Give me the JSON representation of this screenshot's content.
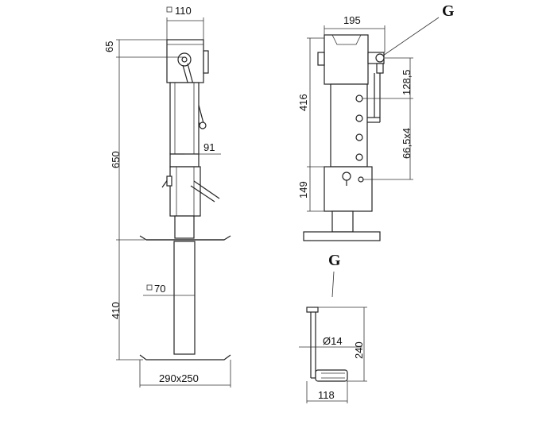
{
  "labels": {
    "left": {
      "top_square": "110",
      "d65": "65",
      "d650": "650",
      "d91": "91",
      "square70": "70",
      "d410": "410",
      "foot": "290x250"
    },
    "right": {
      "top_width": "195",
      "d416": "416",
      "d149": "149",
      "d128": "128,5",
      "d66": "66,5x4",
      "callout_g": "G"
    },
    "detail": {
      "title_g": "G",
      "dia": "Ø14",
      "d240": "240",
      "d118": "118"
    }
  }
}
